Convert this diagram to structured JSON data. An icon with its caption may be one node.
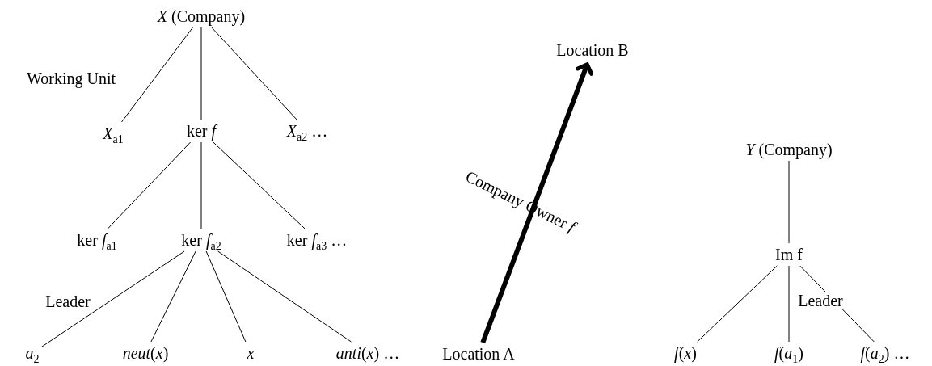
{
  "diagram": {
    "nodes": [
      {
        "text": [
          "*X* (Company)"
        ]
      },
      {
        "text": [
          "*X*$_{a1}$"
        ]
      },
      {
        "text": [
          "ker *f*"
        ]
      },
      {
        "text": [
          "*X*$_{a2}$ …"
        ]
      },
      {
        "text": [
          "ker *f*$_{a1}$"
        ]
      },
      {
        "text": [
          "ker *f*$_{a2}$"
        ]
      },
      {
        "text": [
          "ker *f*$_{a3}$ …"
        ]
      },
      {
        "text": [
          "*a*$_{2}$"
        ]
      },
      {
        "text": [
          "*neut*(*x*)"
        ]
      },
      {
        "text": [
          "*x*"
        ]
      },
      {
        "text": [
          "*anti*(*x*) …"
        ]
      },
      {
        "text": [
          "Location A"
        ]
      },
      {
        "text": [
          "Location B"
        ]
      },
      {
        "text": [
          "*Y* (Company)"
        ]
      },
      {
        "text": [
          "Im f"
        ]
      },
      {
        "text": [
          "*f*(*x*)"
        ]
      },
      {
        "text": [
          "*f*(*a*$_{1}$)"
        ]
      },
      {
        "text": [
          "*f*(*a*$_{2}$) …"
        ]
      }
    ],
    "edges": [
      {
        "from": 0,
        "to": 1,
        "arrow": "none"
      },
      {
        "from": 0,
        "to": 2,
        "arrow": "none"
      },
      {
        "from": 0,
        "to": 3,
        "arrow": "none"
      },
      {
        "from": 2,
        "to": 4,
        "arrow": "none"
      },
      {
        "from": 2,
        "to": 5,
        "arrow": "none"
      },
      {
        "from": 2,
        "to": 6,
        "arrow": "none"
      },
      {
        "from": 5,
        "to": 7,
        "arrow": "none"
      },
      {
        "from": 5,
        "to": 8,
        "arrow": "none"
      },
      {
        "from": 5,
        "to": 9,
        "arrow": "none"
      },
      {
        "from": 5,
        "to": 10,
        "arrow": "none"
      },
      {
        "from": 11,
        "to": 12,
        "arrow": "to",
        "style": "thick",
        "label": "Company Owner *f*"
      },
      {
        "from": 13,
        "to": 14,
        "arrow": "none"
      },
      {
        "from": 14,
        "to": 15,
        "arrow": "none"
      },
      {
        "from": 14,
        "to": 16,
        "arrow": "none"
      },
      {
        "from": 14,
        "to": 17,
        "arrow": "none"
      }
    ],
    "labels": [
      "Working Unit",
      "Leader",
      "Leader"
    ]
  }
}
